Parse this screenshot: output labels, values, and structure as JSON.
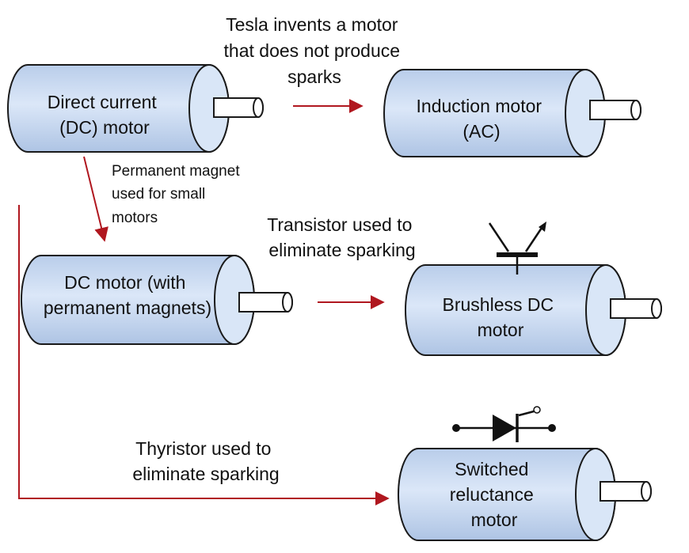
{
  "colors": {
    "motor_fill": "#c9d9f0",
    "motor_face": "#d9e6f7",
    "outline": "#1a1a1a",
    "arrow": "#b0171f"
  },
  "motors": {
    "dc": [
      "Direct current",
      "(DC) motor"
    ],
    "induction": [
      "Induction motor",
      "(AC)"
    ],
    "pm_dc": [
      "DC motor (with",
      "permanent magnets)"
    ],
    "brushless": [
      "Brushless DC",
      "motor"
    ],
    "switched": [
      "Switched",
      "reluctance",
      "motor"
    ]
  },
  "notes": {
    "tesla": [
      "Tesla invents a motor",
      "that does not produce",
      "sparks"
    ],
    "permanent": [
      "Permanent  magnet",
      "used for small",
      "motors"
    ],
    "transistor": [
      "Transistor used to",
      "eliminate sparking"
    ],
    "thyristor": [
      "Thyristor used to",
      "eliminate sparking"
    ]
  },
  "symbols": [
    "transistor-icon",
    "thyristor-icon"
  ]
}
